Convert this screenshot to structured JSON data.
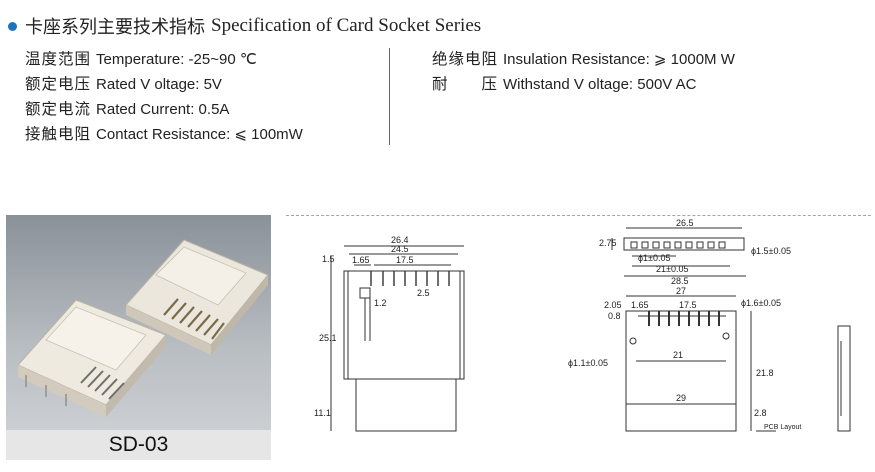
{
  "header": {
    "title_cn": "卡座系列主要技术指标",
    "title_en": "Specification of Card Socket Series"
  },
  "specs_left": [
    {
      "cn": "温度范围",
      "en": "Temperature: -25~90  ℃"
    },
    {
      "cn": "额定电压",
      "en": "Rated V oltage: 5V"
    },
    {
      "cn": "额定电流",
      "en": "Rated Current: 0.5A"
    },
    {
      "cn": "接触电阻",
      "en": "Contact Resistance:   ⩽ 100mW"
    }
  ],
  "specs_right": [
    {
      "cn": "绝缘电阻",
      "en": "Insulation Resistance:   ⩾ 1000M W"
    },
    {
      "cn": "耐　　压",
      "en": "Withstand V oltage: 500V   AC"
    }
  ],
  "photo": {
    "label": "SD-03"
  },
  "drawing": {
    "front": {
      "dims": [
        "26.4",
        "24.5",
        "1.65",
        "17.5",
        "2.5",
        "1.5",
        "1.2",
        "25.1",
        "11.1"
      ]
    },
    "top": {
      "dims": [
        "26.5",
        "2.75",
        "ϕ1.5±0.05",
        "ϕ1±0.05",
        "21±0.05",
        "28.5"
      ]
    },
    "pcb": {
      "dims": [
        "27",
        "1.65",
        "17.5",
        "2.05",
        "0.8",
        "ϕ1.6±0.05",
        "ϕ1.1±0.05",
        "21",
        "21.8",
        "29",
        "2.8"
      ],
      "caption": "PCB Layout"
    }
  },
  "colors": {
    "bullet": "#1e73be",
    "line": "#333333",
    "photo_bg": "#9aa1a7"
  }
}
